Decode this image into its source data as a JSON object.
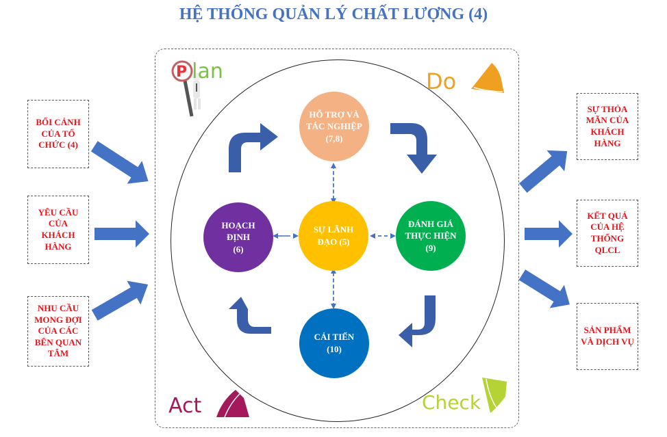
{
  "title": "HỆ THỐNG QUẢN LÝ CHẤT LƯỢNG (4)",
  "inputs": [
    {
      "label": "BỐI CẢNH\nCỦA TỔ\nCHỨC (4)"
    },
    {
      "label": "YÊU CẦU\nCỦA\nKHÁCH\nHÀNG"
    },
    {
      "label": "NHU CẦU\nMONG ĐỢI\nCỦA CÁC\nBÊN QUAN\nTÂM"
    }
  ],
  "outputs": [
    {
      "label": "SỰ THỎA\nMÃN CỦA\nKHÁCH\nHÀNG"
    },
    {
      "label": "KẾT QUẢ\nCỦA HỆ\nTHỐNG\nQLCL"
    },
    {
      "label": "SẢN PHẨM\nVÀ DỊCH VỤ"
    }
  ],
  "nodes": {
    "support": {
      "label": "HỖ TRỢ VÀ\nTÁC NGHIỆP\n(7,8)",
      "color": "#f4b183"
    },
    "planning": {
      "label": "HOẠCH\nĐỊNH\n(6)",
      "color": "#7030a0"
    },
    "leadership": {
      "label": "SỰ LÃNH\nĐẠO (5)",
      "color": "#ffc000"
    },
    "evaluation": {
      "label": "ĐÁNH GIÁ\nTHỰC HIỆN\n(9)",
      "color": "#00b050"
    },
    "improvement": {
      "label": "CẢI TIẾN\n(10)",
      "color": "#0070c0"
    }
  },
  "pdca": {
    "plan": {
      "letter": "P",
      "rest": "lan",
      "color": "#7cc242",
      "letter_color": "#e8323c"
    },
    "do": {
      "label": "Do",
      "color": "#f0a020"
    },
    "check": {
      "label": "Check",
      "color": "#b5d334"
    },
    "act": {
      "label": "Act",
      "color": "#a3195b"
    }
  },
  "colors": {
    "title": "#4472c4",
    "box_text": "#e8141c",
    "io_arrow": "#4472c4",
    "cycle_arrow": "#3a5ea8",
    "link_arrow": "#4472c4"
  }
}
